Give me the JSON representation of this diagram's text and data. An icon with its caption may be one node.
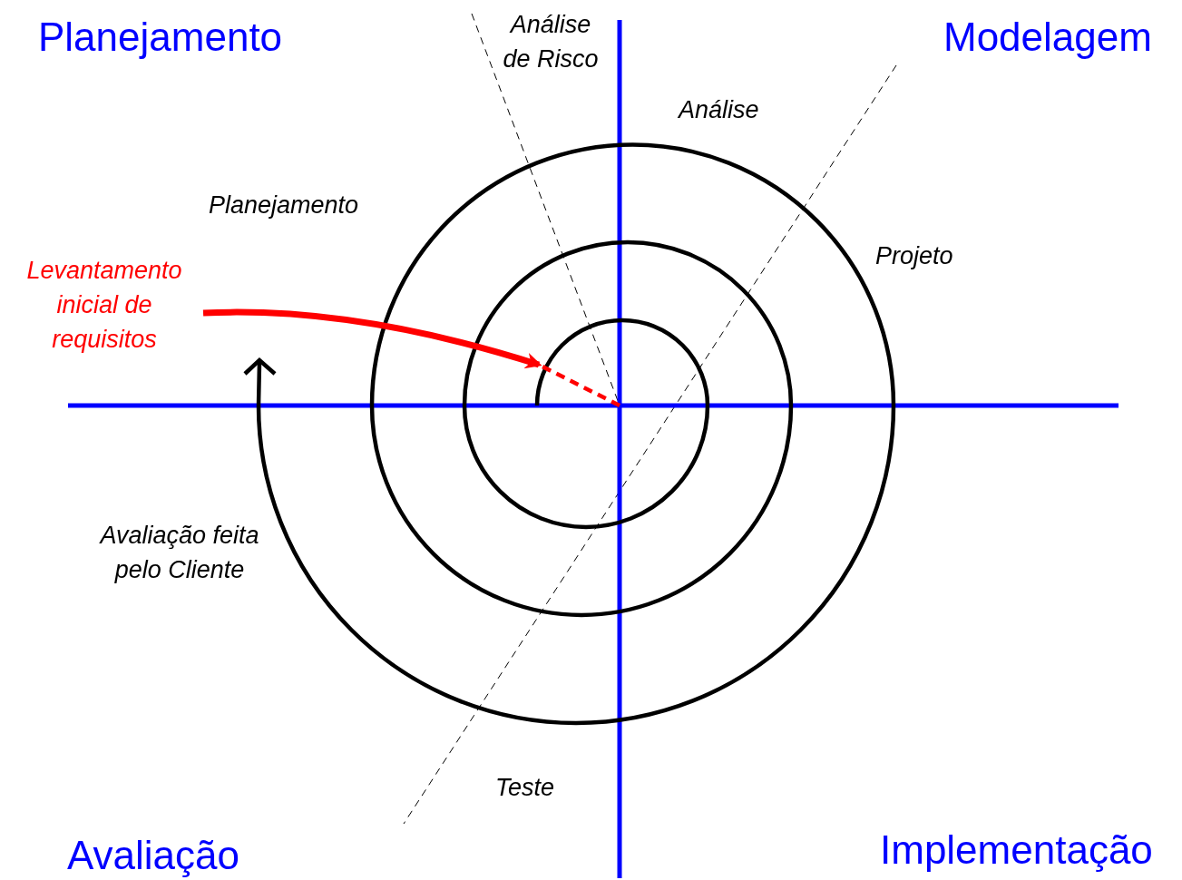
{
  "diagram": {
    "nodes": [
      {
        "text": [
          "Levantamento inicial de requisitos"
        ]
      },
      {
        "text": [],
        "shape": "line"
      }
    ],
    "edges": [
      {
        "from": 0,
        "to": 1,
        "arrow": "to",
        "color": "#ff0000"
      }
    ],
    "labels": [
      "Planejamento",
      "Análise de Risco",
      "Modelagem",
      "Análise",
      "Planejamento",
      "Projeto",
      "Avaliação feita pelo Cliente",
      "Teste",
      "Avaliação",
      "Implementação"
    ]
  }
}
